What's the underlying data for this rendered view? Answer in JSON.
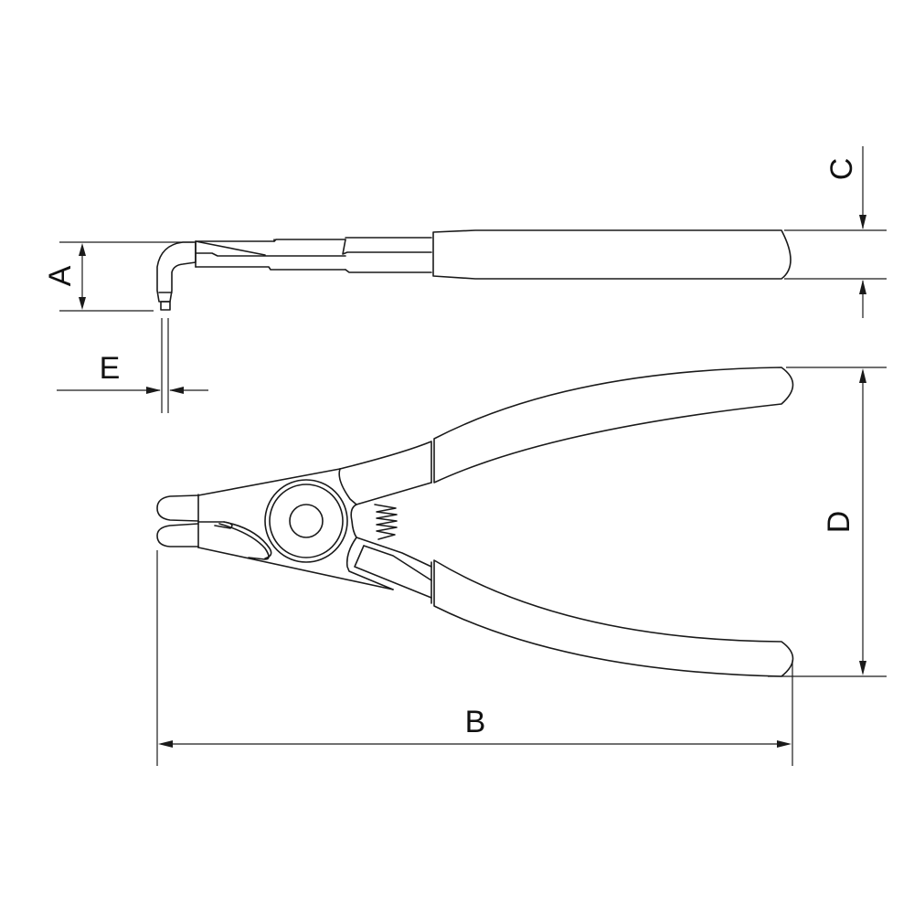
{
  "diagram": {
    "subject": "Angled tip circlip pliers — dimension drawing",
    "colors": {
      "line": "#1a1a1a",
      "background": "#ffffff"
    },
    "views": [
      {
        "name": "side-view",
        "description": "Side profile showing 90° bent tip"
      },
      {
        "name": "top-view",
        "description": "Plan view with handles open, pivot and spring"
      }
    ],
    "dimensions": {
      "A": {
        "label": "A",
        "meaning": "Tip height (bent tip drop)"
      },
      "B": {
        "label": "B",
        "meaning": "Overall length"
      },
      "C": {
        "label": "C",
        "meaning": "Handle thickness"
      },
      "D": {
        "label": "D",
        "meaning": "Handle opening width"
      },
      "E": {
        "label": "E",
        "meaning": "Tip diameter"
      }
    }
  }
}
